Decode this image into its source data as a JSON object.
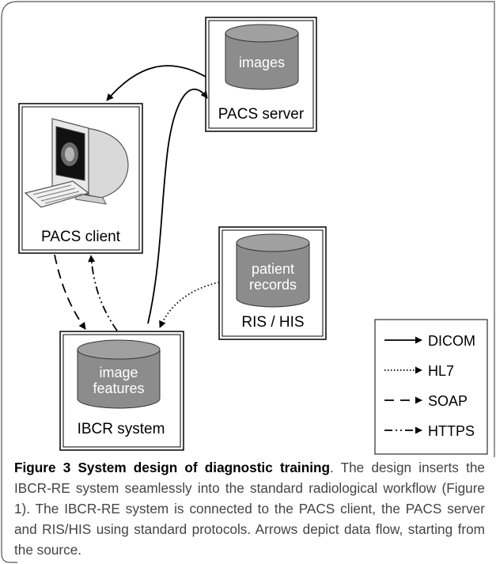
{
  "nodes": {
    "pacs_server": {
      "label": "PACS server",
      "store": [
        "images"
      ]
    },
    "pacs_client": {
      "label": "PACS client"
    },
    "ris_his": {
      "label": "RIS / HIS",
      "store": [
        "patient",
        "records"
      ]
    },
    "ibcr": {
      "label": "IBCR system",
      "store": [
        "image",
        "features"
      ]
    }
  },
  "legend": [
    {
      "label": "DICOM",
      "style": "solid"
    },
    {
      "label": "HL7",
      "style": "dotted"
    },
    {
      "label": "SOAP",
      "style": "dashed"
    },
    {
      "label": "HTTPS",
      "style": "dash-dot"
    }
  ],
  "caption": {
    "title": "Figure 3 System design of diagnostic training",
    "body": ". The design inserts the IBCR-RE system seamlessly into the standard radiological workflow (Figure 1). The IBCR-RE system is connected to the PACS client, the PACS server and RIS/HIS using standard protocols. Arrows depict data flow, starting from the source."
  },
  "colors": {
    "cylinder": "#8c8c8c",
    "border": "#000000",
    "caption_text": "#444444"
  }
}
